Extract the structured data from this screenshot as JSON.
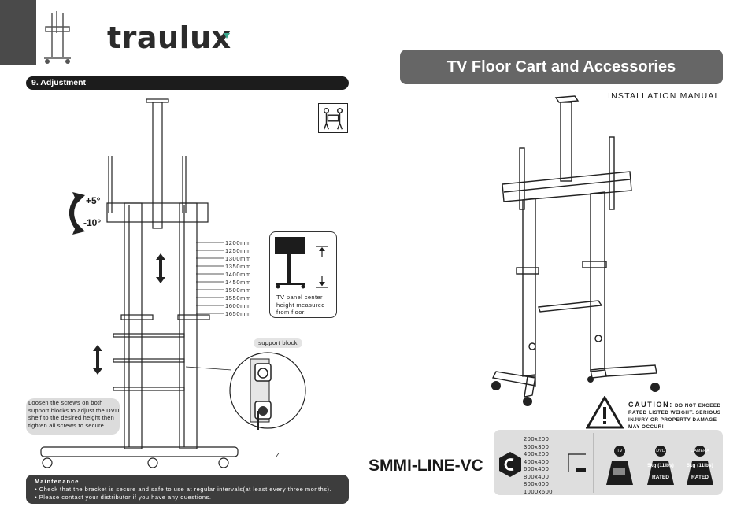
{
  "brand": {
    "name": "traulux"
  },
  "section": {
    "title": "9. Adjustment"
  },
  "tilt": {
    "up": "+5°",
    "down": "-10°"
  },
  "heights": [
    "1200mm",
    "1250mm",
    "1300mm",
    "1350mm",
    "1400mm",
    "1450mm",
    "1500mm",
    "1550mm",
    "1600mm",
    "1650mm"
  ],
  "reference": {
    "caption": "TV panel center height measured from floor."
  },
  "support_block": {
    "label": "support block"
  },
  "instructions": {
    "text": "Loosen the screws on both support blocks to adjust the DVD shelf to the desired height then tighten all screws to secure."
  },
  "z_label": "Z",
  "maintenance": {
    "title": "Maintenance",
    "lines": [
      "•  Check that the bracket is secure and safe to use at regular intervals(at least every three months).",
      "•  Please contact your distributor if you have any questions."
    ]
  },
  "cover": {
    "title": "TV Floor Cart and Accessories",
    "subtitle": "INSTALLATION MANUAL",
    "model": "SMMI-LINE-VC"
  },
  "caution": {
    "head": "CAUTION:",
    "body": "DO NOT EXCEED RATED LISTED WEIGHT. SERIOUS INJURY OR PROPERTY DAMAGE MAY OCCUR!"
  },
  "vesa": [
    "200x200",
    "300x300",
    "400x200",
    "400x400",
    "600x400",
    "800x400",
    "800x600",
    "1000x600"
  ],
  "loads": [
    {
      "label": "TV",
      "value": "",
      "rated": ""
    },
    {
      "label": "DVD",
      "value": "5kg (11lbs)",
      "rated": "RATED"
    },
    {
      "label": "CAMERA",
      "value": "5kg (11lbs)",
      "rated": "RATED"
    }
  ],
  "colors": {
    "dark": "#1c1c1c",
    "panel": "#666666",
    "accent": "#3aa68c"
  }
}
